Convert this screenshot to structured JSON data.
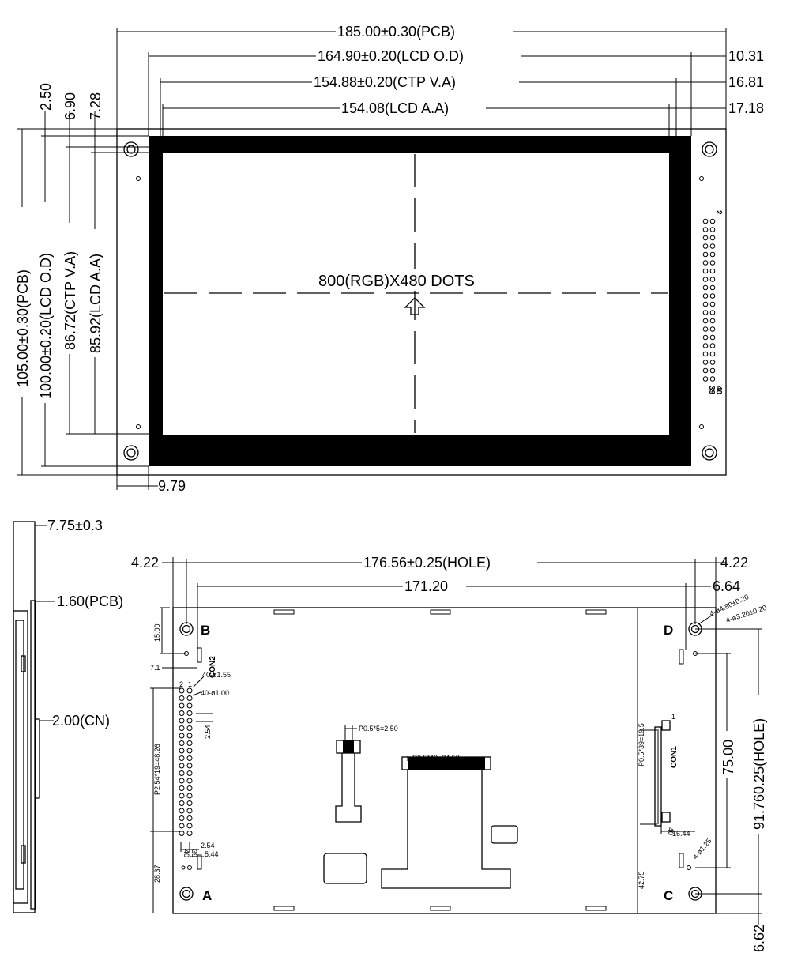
{
  "top_view": {
    "dims": {
      "pcb_w": "185.00±0.30(PCB)",
      "lcd_od_w": "164.90±0.20(LCD O.D)",
      "ctp_va_w": "154.88±0.20(CTP V.A)",
      "lcd_aa_w": "154.08(LCD A.A)",
      "off_10_31": "10.31",
      "off_16_81": "16.81",
      "off_17_18": "17.18",
      "off_2_50": "2.50",
      "off_6_90": "6.90",
      "off_7_28": "7.28",
      "pcb_h": "105.00±0.30(PCB)",
      "lcd_od_h": "100.00±0.20(LCD O.D)",
      "ctp_va_h": "86.72(CTP V.A)",
      "lcd_aa_h": "85.92(LCD A.A)",
      "off_9_79": "9.79"
    },
    "resolution_label": "800(RGB)X480  DOTS",
    "pin_start_label": "2",
    "pin_end_label_a": "40",
    "pin_end_label_b": "39"
  },
  "side_view": {
    "thickness": "7.75±0.3",
    "pcb": "1.60(PCB)",
    "cn": "2.00(CN)"
  },
  "bottom_view": {
    "dims": {
      "left_4_22": "4.22",
      "right_4_22": "4.22",
      "hole_w": "176.56±0.25(HOLE)",
      "w_171": "171.20",
      "off_6_64": "6.64",
      "hole_d1": "4-ø4.80±0.20",
      "hole_d2": "4-ø3.20±0.20",
      "v_15": "15.00",
      "v_7_1": "7.1",
      "pin1": "40-ø1.55",
      "pin2": "40-ø1.00",
      "pitch_2_54": "2.54",
      "p254": "P2.54*19=48.26",
      "p254_b": "2.54",
      "d_5_44": "5.44",
      "d_28_37": "28.37",
      "p05_5": "P0.5*5=2.50",
      "p05_49": "P0.5*49=24.50",
      "p05_39": "P0.5*39=19.5",
      "d_42_75": "42.75",
      "d_16_44": "16.44",
      "hole_125": "4-ø1.25",
      "d_75": "75.00",
      "hole_h": "91.760.25(HOLE)",
      "d_6_62": "6.62"
    },
    "corners": {
      "a": "A",
      "b": "B",
      "c": "C",
      "d": "D"
    },
    "con2": "CON2",
    "con1": "CON1",
    "con2_pin_a": "2",
    "con2_pin_b": "1",
    "con2_pin_c": "40",
    "con2_pin_d": "39",
    "con1_pin_a": "1",
    "con1_pin_b": "40"
  }
}
